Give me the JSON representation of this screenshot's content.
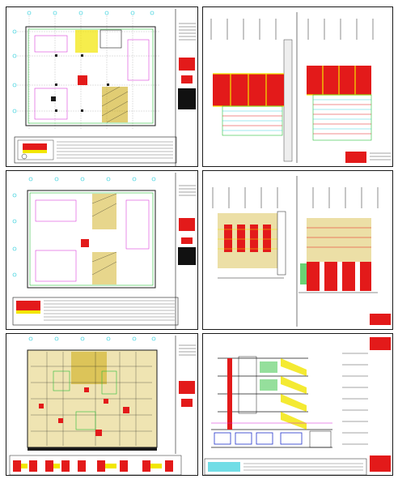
{
  "drawing_set": {
    "sheets": [
      {
        "id": "plan-1",
        "kind": "floor-plan"
      },
      {
        "id": "section-1",
        "kind": "section-pair"
      },
      {
        "id": "plan-2",
        "kind": "floor-plan"
      },
      {
        "id": "section-2",
        "kind": "section-pair"
      },
      {
        "id": "plan-3",
        "kind": "floor-plan-detailed"
      },
      {
        "id": "elevation-1",
        "kind": "building-section"
      }
    ]
  },
  "colors": {
    "line": "#1a1a1a",
    "red": "#e31a1a",
    "yellow": "#f2e600",
    "green": "#2bbf3a",
    "cyan": "#12c7d6",
    "magenta": "#d61ad6",
    "blue": "#2233cc",
    "grid_dim": "#9a9a9a",
    "hatch": "#c9a400"
  }
}
